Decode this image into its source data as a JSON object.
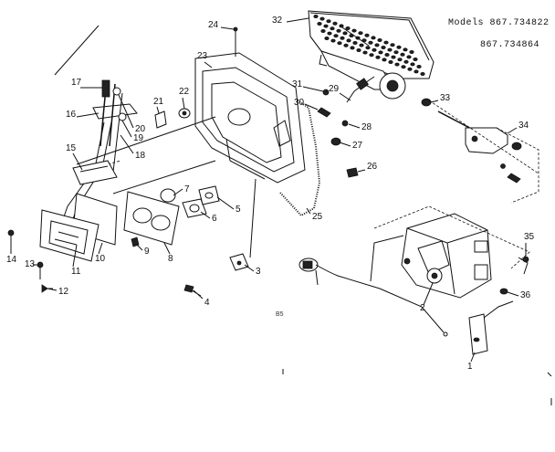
{
  "models": {
    "line1": "Models 867.734822",
    "line2": "867.734864"
  },
  "page_code": "B5",
  "part_numbers": [
    "1",
    "2",
    "3",
    "4",
    "5",
    "6",
    "7",
    "8",
    "9",
    "10",
    "11",
    "12",
    "13",
    "14",
    "15",
    "16",
    "17",
    "18",
    "19",
    "20",
    "21",
    "22",
    "23",
    "24",
    "25",
    "26",
    "27",
    "28",
    "29",
    "30",
    "31",
    "32",
    "33",
    "34",
    "35",
    "36"
  ]
}
